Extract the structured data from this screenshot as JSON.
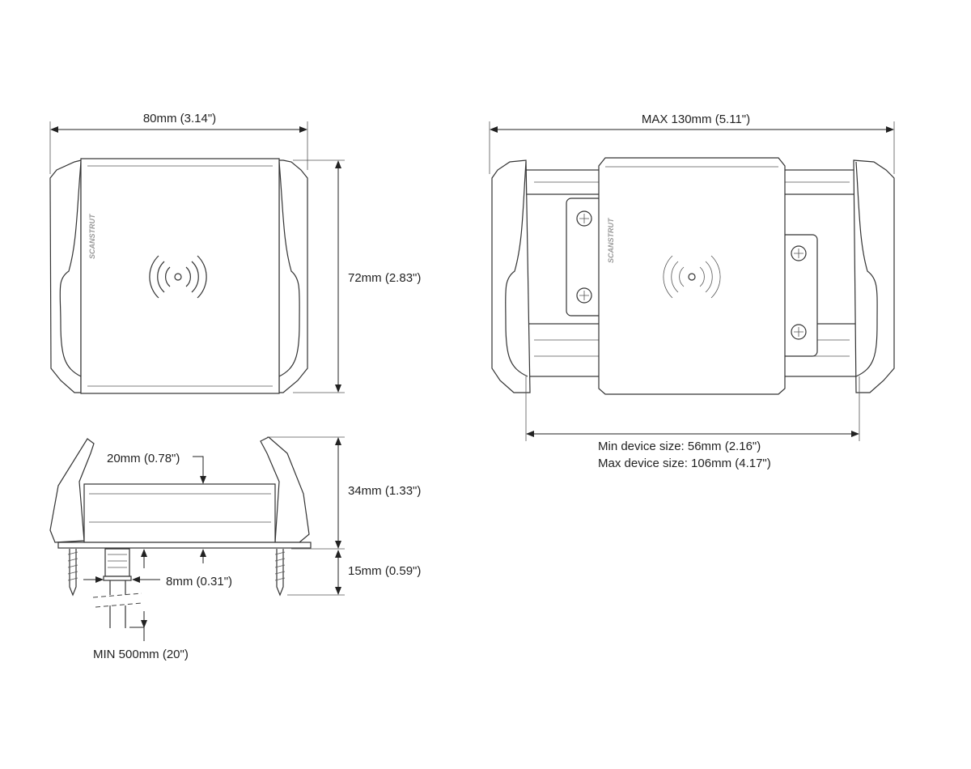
{
  "front_view": {
    "width_label": "80mm (3.14\")",
    "height_label": "72mm (2.83\")",
    "brand_logo": "SCANSTRUT"
  },
  "extended_view": {
    "width_label": "MAX 130mm (5.11\")",
    "min_device_label": "Min device size: 56mm (2.16\")",
    "max_device_label": "Max device size: 106mm (4.17\")",
    "brand_logo": "SCANSTRUT"
  },
  "side_view": {
    "depth_label": "20mm (0.78\")",
    "height_label": "34mm (1.33\")",
    "screw_label": "15mm (0.59\")",
    "cable_label": "8mm (0.31\")",
    "min_cable_label": "MIN 500mm (20\")"
  },
  "colors": {
    "line": "#333333",
    "background": "#ffffff"
  }
}
